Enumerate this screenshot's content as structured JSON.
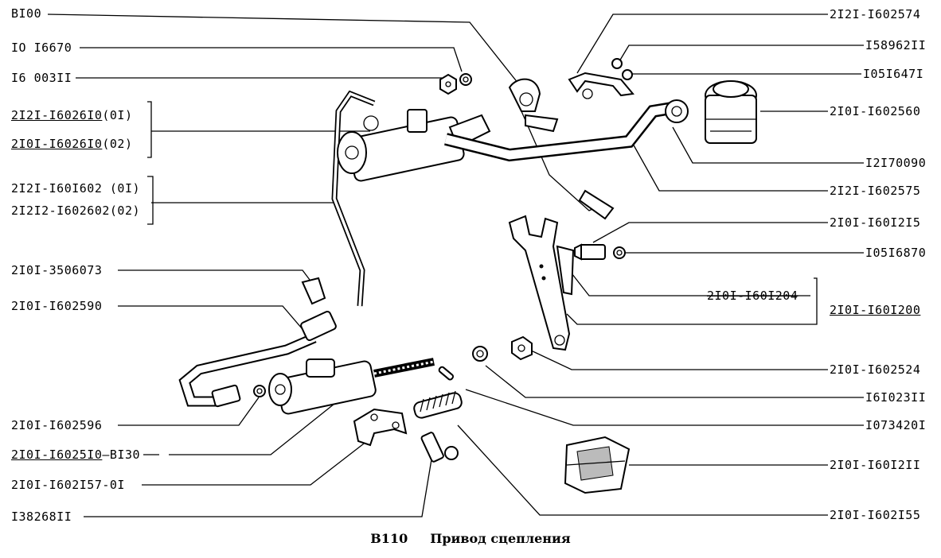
{
  "labels_left": {
    "l1": "BI00",
    "l2": "IO I6670",
    "l3": "I6 003II",
    "l4a": "2I2I-I6026I0",
    "l4a_suffix": "(0I)",
    "l4b": "2I0I-I6026I0",
    "l4b_suffix": "(02)",
    "l5a": "2I2I-I60I602 (0I)",
    "l5b": "2I2I2-I602602(02)",
    "l6": "2I0I-3506073",
    "l7": "2I0I-I602590",
    "l8": "2I0I-I602596",
    "l9": "2I0I-I6025I0",
    "l9_suffix": "BI30",
    "l10": "2I0I-I602I57-0I",
    "l11": "I38268II"
  },
  "labels_right": {
    "r1": "2I2I-I602574",
    "r2": "I58962II",
    "r3": "I05I647I",
    "r4": "2I0I-I602560",
    "r5": "I2I70090",
    "r6": "2I2I-I602575",
    "r7": "2I0I-I60I2I5",
    "r8": "I05I6870",
    "r9": "2I0I-I60I204",
    "r10": "2I0I-I60I200",
    "r11": "2I0I-I602524",
    "r12": "I6I023II",
    "r13": "I073420I",
    "r14": "2I0I-I60I2II",
    "r15": "2I0I-I602I55"
  },
  "caption": {
    "code": "B110",
    "title": "Привод сцепления"
  }
}
